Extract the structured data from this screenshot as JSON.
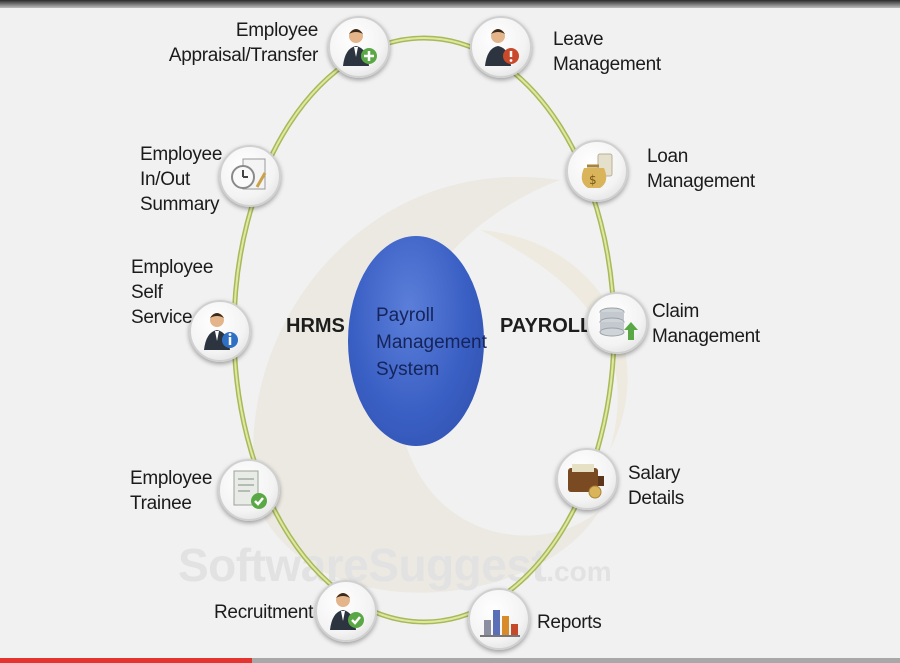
{
  "center": {
    "title_line1": "Payroll",
    "title_line2": "Management",
    "title_line3": "System",
    "left_label": "HRMS",
    "right_label": "PAYROLL"
  },
  "modules": {
    "appraisal": "Employee\nAppraisal/Transfer",
    "leave": "Leave\nManagement",
    "loan": "Loan\nManagement",
    "inout": "Employee\nIn/Out\nSummary",
    "selfservice": "Employee\nSelf\nService",
    "claim": "Claim\nManagement",
    "trainee": "Employee\nTrainee",
    "salary": "Salary\nDetails",
    "recruitment": "Recruitment",
    "reports": "Reports"
  },
  "watermark": {
    "main": "SoftwareSuggest",
    "suffix": ".com"
  },
  "video_progress": 0.28,
  "colors": {
    "hub": "#3a5fc4",
    "ring": "#c9d97c",
    "progress": "#e3342f"
  }
}
